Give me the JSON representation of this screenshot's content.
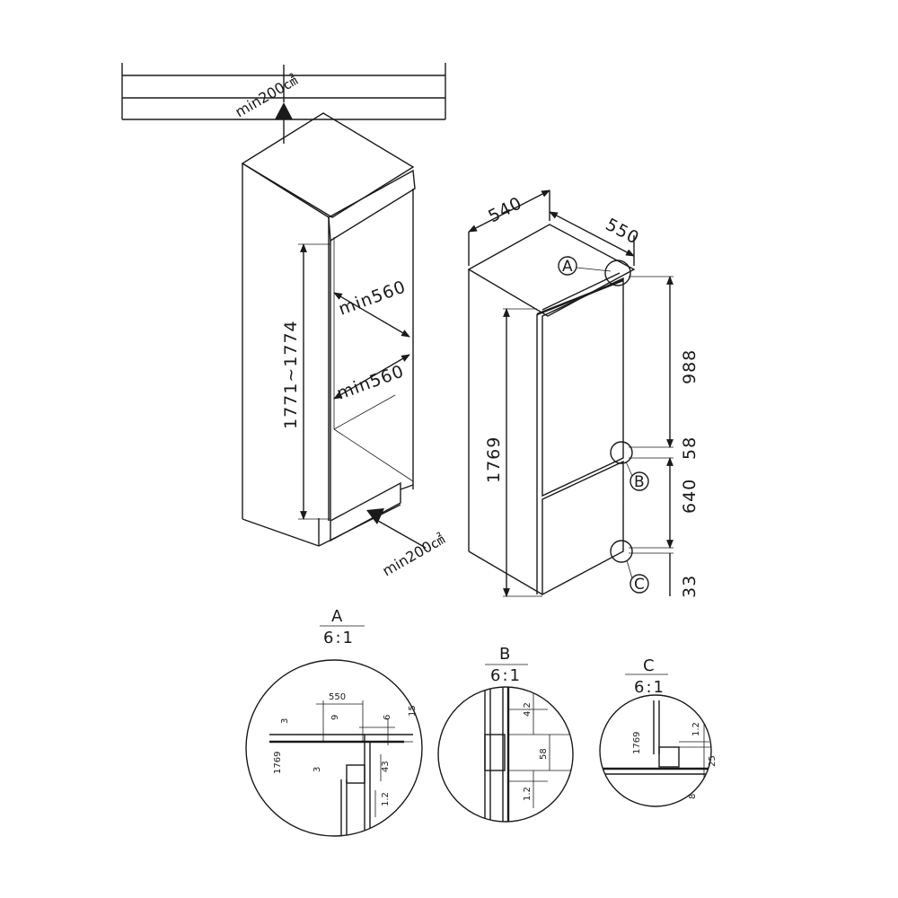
{
  "cabinet": {
    "vent_top": "min200㎠",
    "vent_bottom": "min200㎠",
    "niche_height": "1771~1774",
    "niche_depth_top": "min560",
    "niche_depth_bottom": "min560"
  },
  "appliance": {
    "width": "540",
    "depth": "550",
    "height": "1769",
    "upper_door": "988",
    "gap": "58",
    "lower_door": "640",
    "bottom": "33",
    "marker_a": "A",
    "marker_b": "B",
    "marker_c": "C"
  },
  "detail_a": {
    "label": "A",
    "scale": "6:1",
    "dim_550": "550",
    "dim_3_top": "3",
    "dim_9": "9",
    "dim_6": "6",
    "dim_15": "15",
    "dim_1769": "1769",
    "dim_3_bottom": "3",
    "dim_43": "43",
    "dim_12": "1.2"
  },
  "detail_b": {
    "label": "B",
    "scale": "6:1",
    "dim_42": "4.2",
    "dim_58": "58",
    "dim_12": "1.2"
  },
  "detail_c": {
    "label": "C",
    "scale": "6:1",
    "dim_1769": "1769",
    "dim_12": "1.2",
    "dim_25": "25",
    "dim_8": "8"
  }
}
